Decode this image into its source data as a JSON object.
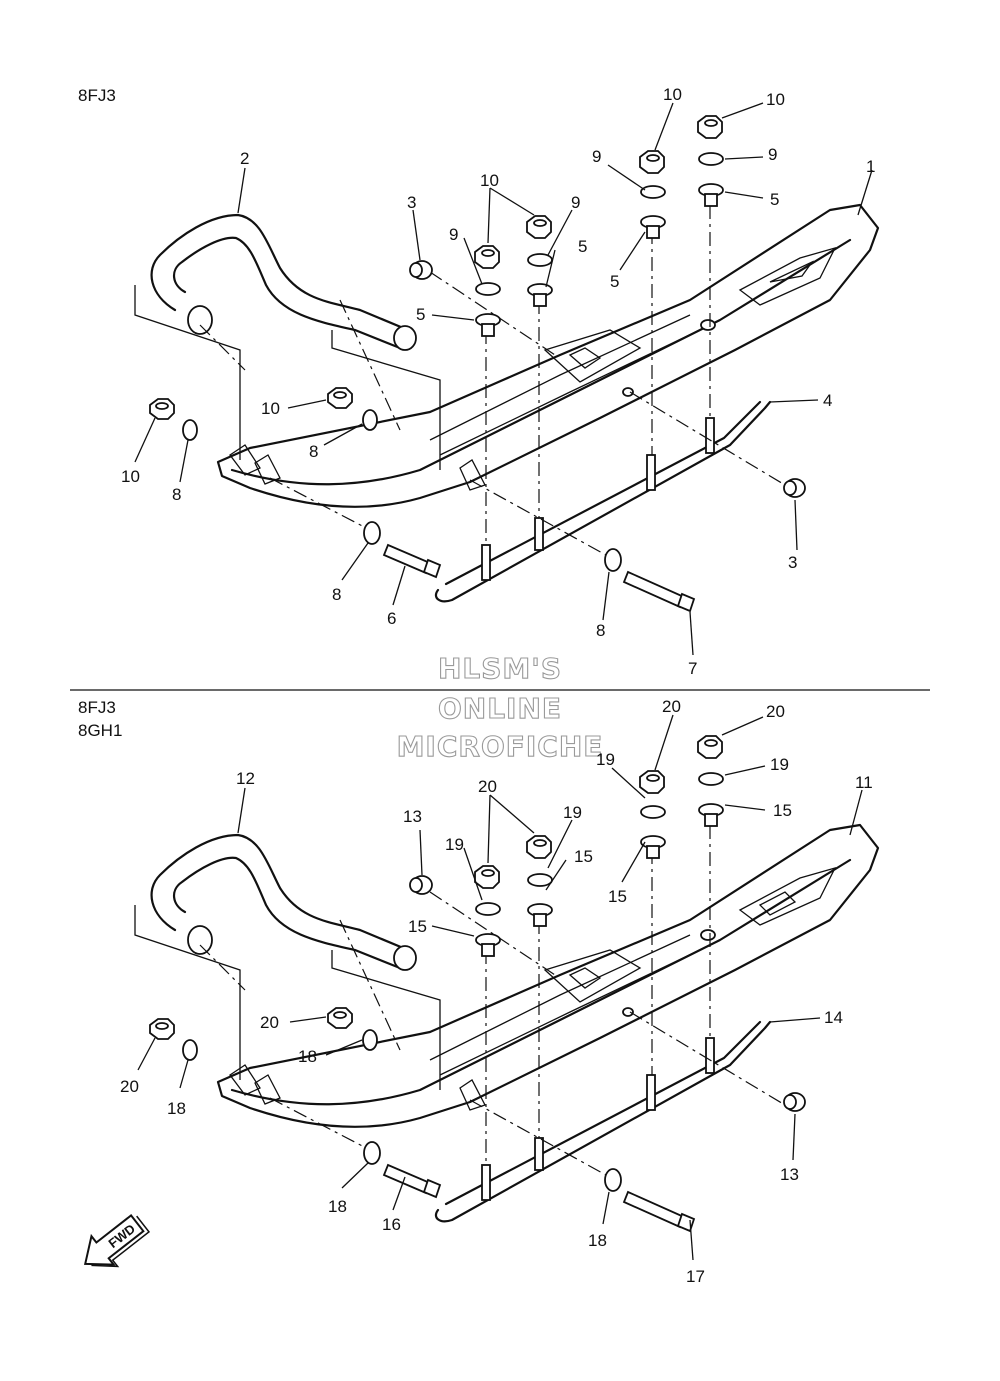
{
  "top_section": {
    "model_codes": [
      "8FJ3"
    ],
    "callouts": {
      "ski": "1",
      "handle": "2",
      "bushing_rear": "3",
      "bushing_front": "3",
      "runner": "4",
      "collar_a": "5",
      "collar_b": "5",
      "collar_c": "5",
      "collar_d": "5",
      "bolt_front": "6",
      "bolt_rear": "7",
      "washer_a": "8",
      "washer_b": "8",
      "washer_c": "8",
      "washer_d": "8",
      "plain_washer_a": "9",
      "plain_washer_b": "9",
      "plain_washer_c": "9",
      "plain_washer_d": "9",
      "nut_a": "10",
      "nut_b": "10",
      "nut_c": "10",
      "nut_d": "10",
      "nut_e": "10"
    }
  },
  "watermark": {
    "line1": "HLSM'S",
    "line2": "ONLINE",
    "line3": "MICROFICHE"
  },
  "bottom_section": {
    "model_codes": [
      "8FJ3",
      "8GH1"
    ],
    "callouts": {
      "ski": "11",
      "handle": "12",
      "bushing_rear": "13",
      "bushing_front": "13",
      "runner": "14",
      "collar_a": "15",
      "collar_b": "15",
      "collar_c": "15",
      "collar_d": "15",
      "bolt_front": "16",
      "bolt_rear": "17",
      "washer_a": "18",
      "washer_b": "18",
      "washer_c": "18",
      "washer_d": "18",
      "plain_washer_a": "19",
      "plain_washer_b": "19",
      "plain_washer_c": "19",
      "plain_washer_d": "19",
      "nut_a": "20",
      "nut_b": "20",
      "nut_c": "20",
      "nut_d": "20",
      "nut_e": "20"
    }
  },
  "fwd_arrow": {
    "label": "FWD",
    "icon": "fwd-arrow-icon"
  },
  "colors": {
    "ink": "#111111",
    "background": "#ffffff",
    "watermark_outline": "#9a9a9a"
  }
}
